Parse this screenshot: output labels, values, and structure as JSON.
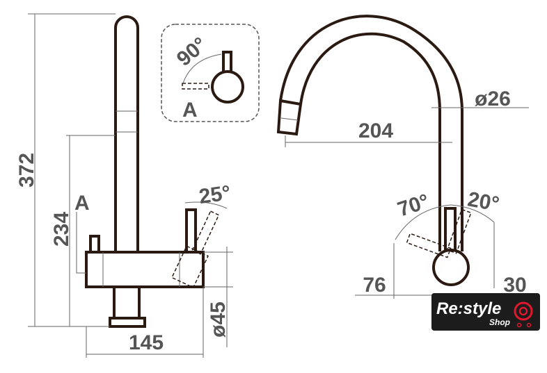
{
  "left_view": {
    "height_total": "372",
    "height_to_A": "234",
    "marker_A": "A",
    "width": "145",
    "body_diameter": "ø45",
    "lever_angle": "25°"
  },
  "inset": {
    "angle": "90°",
    "label": "A"
  },
  "right_view": {
    "reach": "204",
    "pipe_diameter": "ø26",
    "angle_left": "70°",
    "angle_right": "20°",
    "dim_left": "76",
    "dim_right": "30"
  },
  "logo": {
    "name": "Re:style",
    "sub": "Shop",
    "accent": "#e0182d",
    "bg": "#1c1c1c"
  }
}
